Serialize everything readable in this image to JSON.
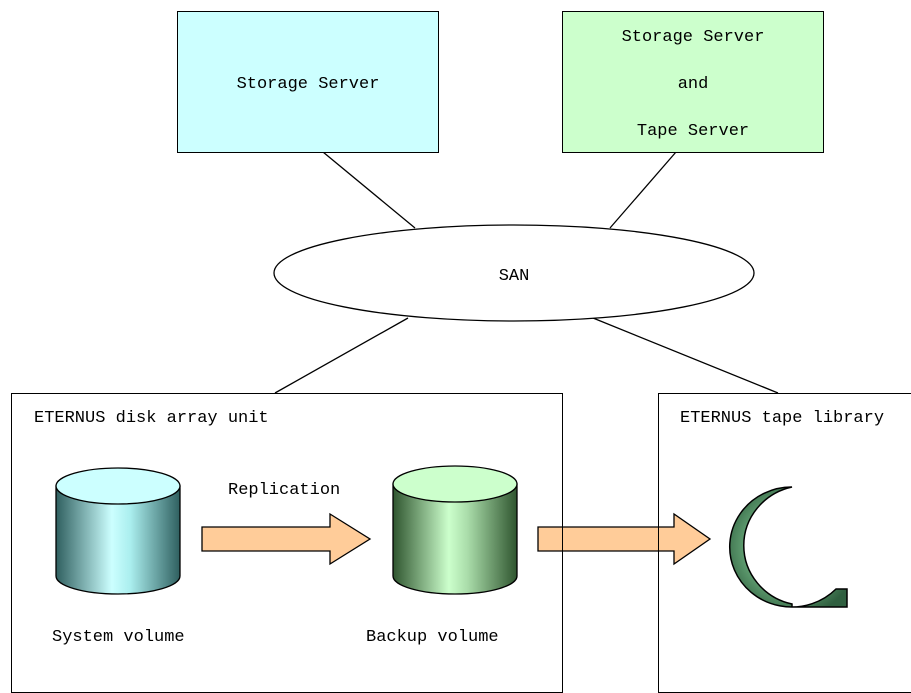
{
  "servers": {
    "storage": {
      "label": "Storage Server",
      "fill": "#ccffff"
    },
    "storage_tape": {
      "lines": [
        "Storage Server",
        "and",
        "Tape Server"
      ],
      "fill": "#ccffcc"
    }
  },
  "network": {
    "label": "SAN"
  },
  "disk_array": {
    "label": "ETERNUS disk array unit",
    "system_volume": {
      "label": "System volume"
    },
    "backup_volume": {
      "label": "Backup volume"
    },
    "replication": {
      "label": "Replication"
    }
  },
  "tape_library": {
    "label": "ETERNUS tape library"
  },
  "colors": {
    "arrow_fill": "#ffcc99",
    "system_cylinder": "#66cccc",
    "backup_cylinder": "#66aa66",
    "tape_reel": "#339966"
  }
}
